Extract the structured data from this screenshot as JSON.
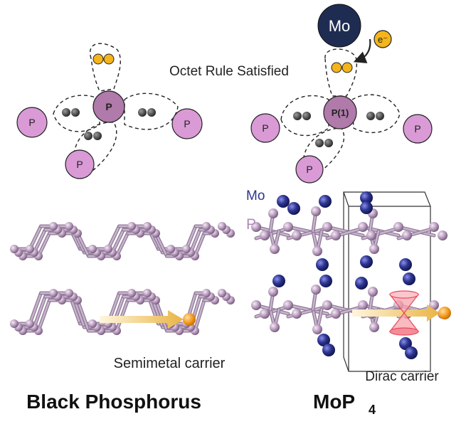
{
  "top": {
    "octet_label": "Octet Rule Satisfied",
    "left_atoms": {
      "center": "P",
      "side": "P"
    },
    "right_atoms": {
      "center": "P(1)",
      "side": "P"
    },
    "mo_label": "Mo",
    "electron_label": "e⁻"
  },
  "bottom_left": {
    "carrier_label": "Semimetal carrier",
    "title": "Black Phosphorus"
  },
  "bottom_right": {
    "legend_mo": "Mo",
    "legend_p": "P",
    "carrier_label": "Dirac carrier",
    "title_main": "MoP",
    "title_sub": "4"
  },
  "colors": {
    "p_atom": "#cc8fcc",
    "p_center": "#b07aaa",
    "mo_atom": "#1f2c52",
    "electron": "#f3b51b",
    "lone_pair": "#555555",
    "lattice_p": "#c2a6c8",
    "lattice_mo": "#2d3491",
    "carrier_arrow": "#efc35a",
    "carrier_ball": "#f39a1e",
    "dirac_cone": "#f06b7a"
  }
}
